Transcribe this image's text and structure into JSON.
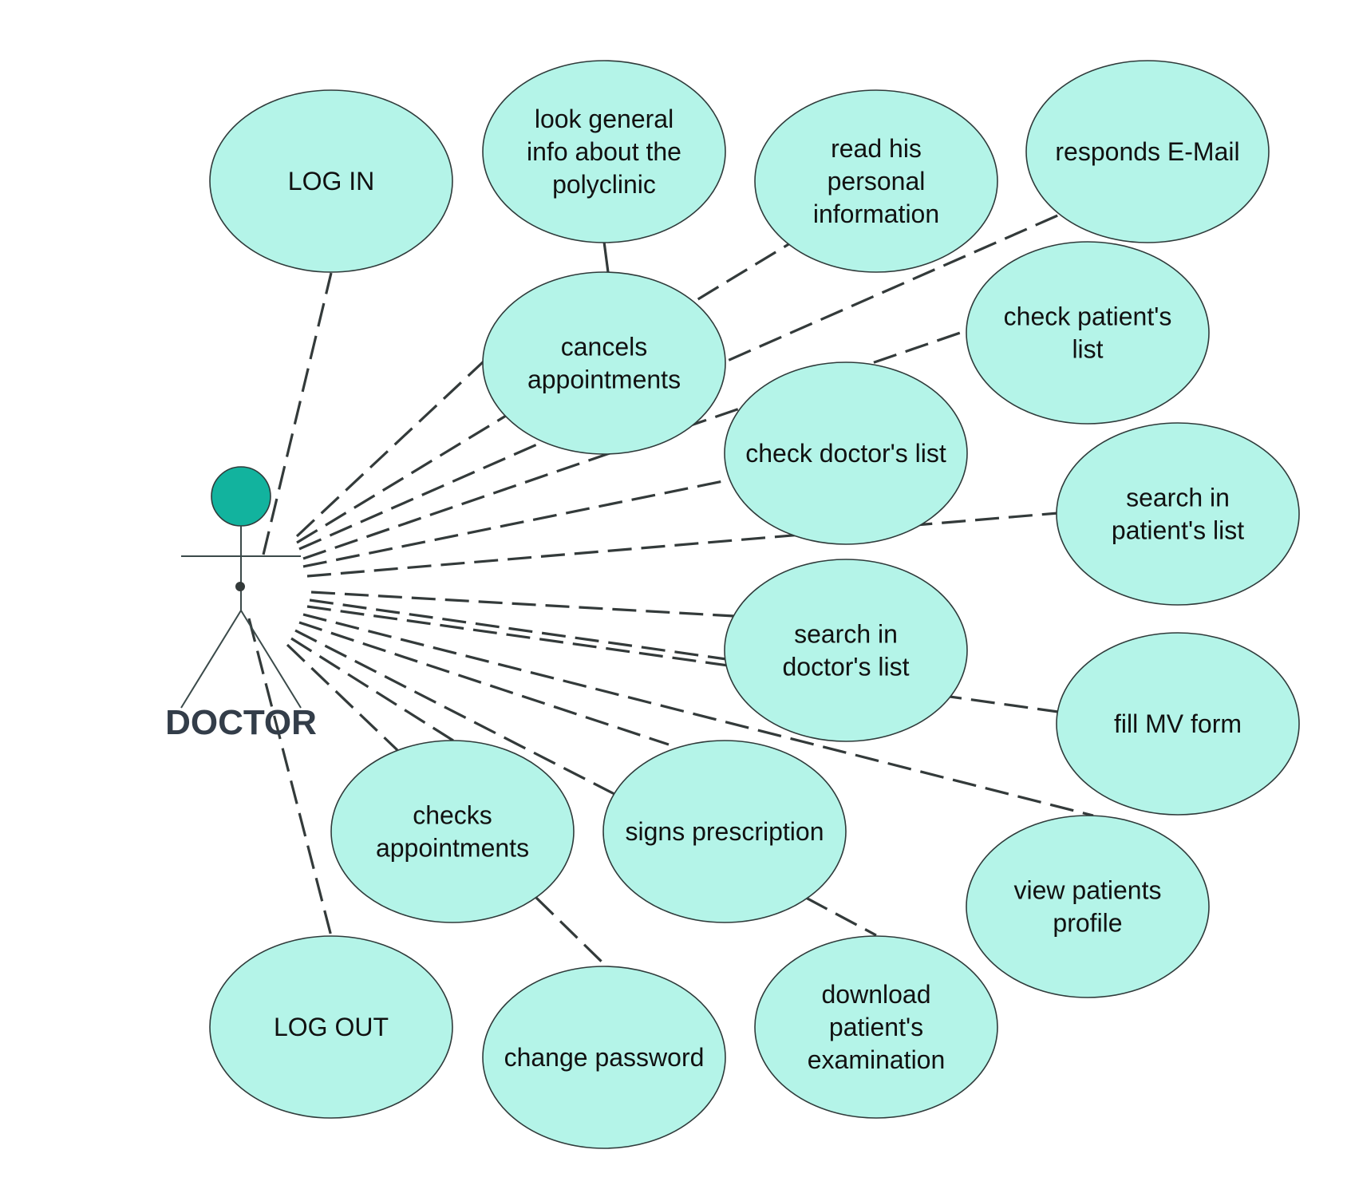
{
  "actor": {
    "label": "DOCTOR",
    "head_color": "#12b39e"
  },
  "colors": {
    "usecase_fill": "#b4f4e8",
    "line": "#333a3a"
  },
  "use_cases": [
    {
      "id": "log-in",
      "lines": [
        "LOG IN"
      ]
    },
    {
      "id": "look-general-info",
      "lines": [
        "look general",
        "info about the",
        "polyclinic"
      ]
    },
    {
      "id": "read-personal-info",
      "lines": [
        "read his",
        "personal",
        "information"
      ]
    },
    {
      "id": "responds-email",
      "lines": [
        "responds E-Mail"
      ]
    },
    {
      "id": "cancels-appointments",
      "lines": [
        "cancels",
        "appointments"
      ]
    },
    {
      "id": "check-patients-list",
      "lines": [
        "check patient's",
        "list"
      ]
    },
    {
      "id": "check-doctors-list",
      "lines": [
        "check doctor's list"
      ]
    },
    {
      "id": "search-patients-list",
      "lines": [
        "search in",
        "patient's list"
      ]
    },
    {
      "id": "search-doctors-list",
      "lines": [
        "search in",
        "doctor's list"
      ]
    },
    {
      "id": "fill-mv-form",
      "lines": [
        "fill MV form"
      ]
    },
    {
      "id": "checks-appointments",
      "lines": [
        "checks",
        "appointments"
      ]
    },
    {
      "id": "signs-prescription",
      "lines": [
        "signs prescription"
      ]
    },
    {
      "id": "view-patients-profile",
      "lines": [
        "view patients",
        "profile"
      ]
    },
    {
      "id": "log-out",
      "lines": [
        "LOG OUT"
      ]
    },
    {
      "id": "change-password",
      "lines": [
        "change password"
      ]
    },
    {
      "id": "download-examination",
      "lines": [
        "download",
        "patient's",
        "examination"
      ]
    }
  ]
}
